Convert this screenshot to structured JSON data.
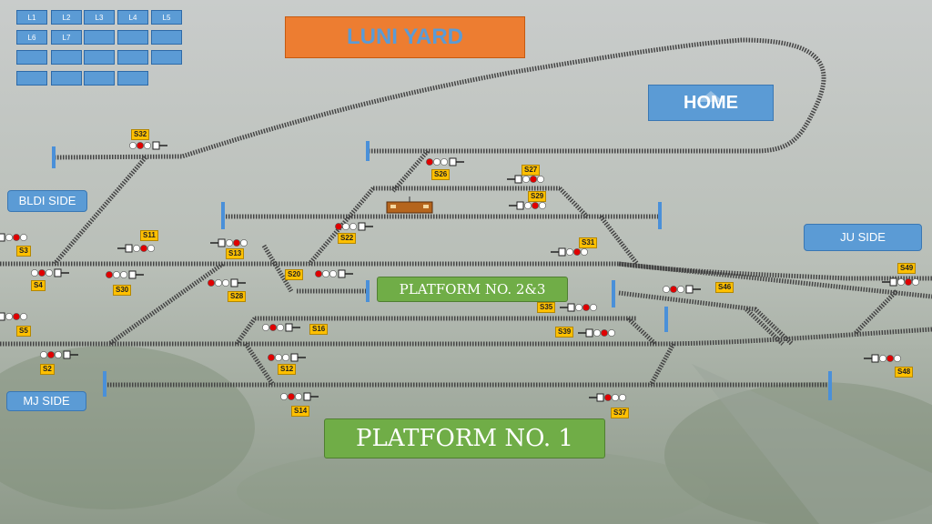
{
  "title": "LUNI YARD",
  "home_label": "HOME",
  "line_buttons": [
    "L1",
    "L2",
    "L3",
    "L4",
    "L5",
    "L6",
    "L7",
    "",
    "",
    "",
    "",
    "",
    "",
    "",
    "",
    "",
    "",
    "",
    ""
  ],
  "sides": {
    "bldi": "BLDI SIDE",
    "mj": "MJ SIDE",
    "ju": "JU SIDE"
  },
  "platforms": {
    "p23": "PLATFORM NO. 2&3",
    "p1": "PLATFORM NO. 1"
  },
  "signals": {
    "S2": "S2",
    "S3": "S3",
    "S4": "S4",
    "S5": "S5",
    "S11": "S11",
    "S12": "S12",
    "S13": "S13",
    "S14": "S14",
    "S16": "S16",
    "S20": "S20",
    "S22": "S22",
    "S26": "S26",
    "S27": "S27",
    "S28": "S28",
    "S29": "S29",
    "S30": "S30",
    "S31": "S31",
    "S32": "S32",
    "S35": "S35",
    "S37": "S37",
    "S39": "S39",
    "S46": "S46",
    "S48": "S48",
    "S49": "S49"
  },
  "colors": {
    "track": "#444444",
    "signal_red": "#e00000",
    "label": "#ffc000",
    "platform": "#70ad47",
    "button": "#5b9bd5",
    "title_bg": "#ed7d31"
  }
}
